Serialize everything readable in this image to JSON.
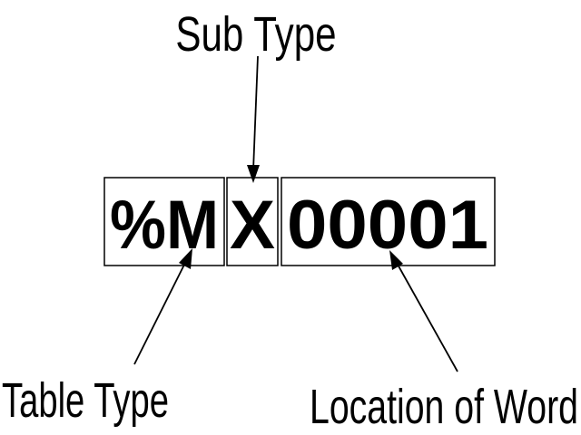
{
  "labels": {
    "sub_type": "Sub Type",
    "table_type": "Table Type",
    "location_of_word": "Location of Word"
  },
  "code": {
    "prefix": "%MX00001",
    "table_type_part": "%M",
    "sub_type_part": "X",
    "location_part": "00001"
  },
  "colors": {
    "foreground": "#000000",
    "background": "#ffffff"
  }
}
